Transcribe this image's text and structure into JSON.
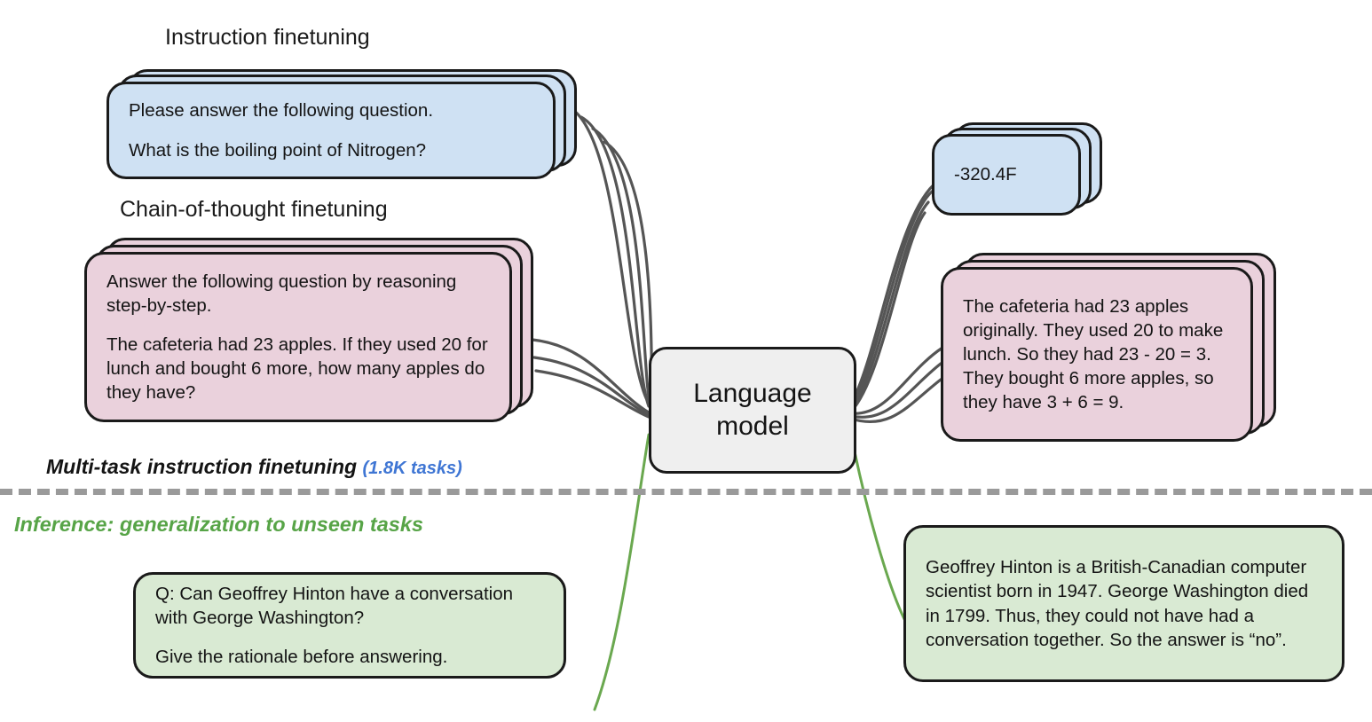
{
  "diagram": {
    "title": "Instruction finetuning and chain-of-thought finetuning of a language model",
    "colors": {
      "blue_card": "#cfe1f3",
      "pink_card": "#ead1dc",
      "green_card": "#d9ead3",
      "model_card": "#efefef",
      "card_border": "#1a1a1a",
      "wire_gray": "#555555",
      "wire_green": "#6aa84f",
      "divider_gray": "#9a9a9a",
      "tasks_blue": "#3f76d4",
      "inference_green": "#57a447"
    }
  },
  "headings": {
    "instruction_finetuning": "Instruction finetuning",
    "chain_of_thought_finetuning": "Chain-of-thought finetuning"
  },
  "inputs": {
    "instruction": {
      "stack_count": 3,
      "lines": [
        "Please answer the following question.",
        "What is the boiling point of Nitrogen?"
      ]
    },
    "chain_of_thought": {
      "stack_count": 3,
      "lines": [
        "Answer the following question by reasoning step-by-step.",
        "The cafeteria had 23 apples. If they used 20 for lunch and bought 6 more, how many apples do they have?"
      ]
    },
    "inference": {
      "stack_count": 1,
      "lines": [
        "Q: Can Geoffrey Hinton have a conversation with George Washington?",
        "Give the rationale before answering."
      ]
    }
  },
  "model": {
    "label_line1": "Language",
    "label_line2": "model"
  },
  "outputs": {
    "instruction": {
      "stack_count": 3,
      "lines": [
        "-320.4F"
      ]
    },
    "chain_of_thought": {
      "stack_count": 3,
      "lines": [
        "The cafeteria had 23 apples originally. They used 20 to make lunch. So they had 23 - 20 = 3. They bought 6 more apples, so they have 3 + 6 = 9."
      ]
    },
    "inference": {
      "stack_count": 1,
      "lines": [
        "Geoffrey Hinton is a British-Canadian computer scientist born in 1947. George Washington died in 1799. Thus, they could not have had a conversation together. So the answer is “no”."
      ]
    }
  },
  "captions": {
    "multitask_label": "Multi-task instruction finetuning",
    "multitask_tasks": "(1.8K tasks)",
    "inference_label": "Inference: generalization to unseen tasks"
  }
}
